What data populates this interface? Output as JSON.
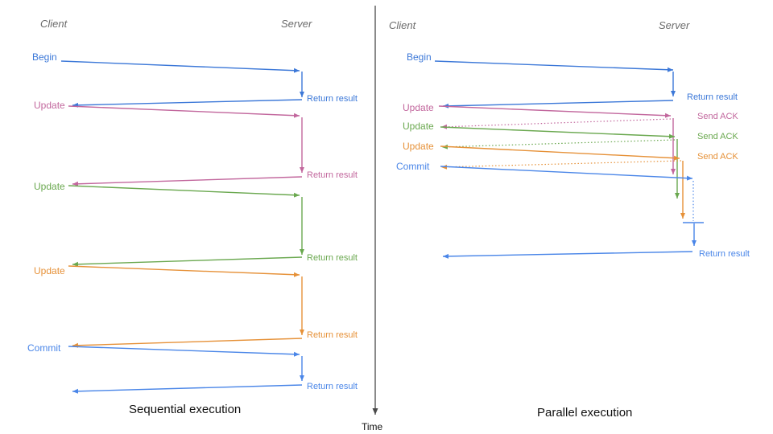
{
  "colors": {
    "blue": "#3c78d8",
    "blue2": "#4a86e8",
    "pink": "#c2679d",
    "green": "#6aa84f",
    "orange": "#e69138",
    "axis": "#4a4a4a",
    "header": "#6b6b6b",
    "title": "#111111"
  },
  "time_axis": {
    "label": "Time"
  },
  "left_panel": {
    "title": "Sequential execution",
    "client_header": "Client",
    "server_header": "Server",
    "messages": [
      {
        "label": "Begin",
        "return_label": "Return result"
      },
      {
        "label": "Update",
        "return_label": "Return result"
      },
      {
        "label": "Update",
        "return_label": "Return result"
      },
      {
        "label": "Update",
        "return_label": "Return result"
      },
      {
        "label": "Commit",
        "return_label": "Return result"
      }
    ]
  },
  "right_panel": {
    "title": "Parallel execution",
    "client_header": "Client",
    "server_header": "Server",
    "messages": [
      {
        "label": "Begin",
        "response_label": "Return result"
      },
      {
        "label": "Update",
        "response_label": "Send ACK"
      },
      {
        "label": "Update",
        "response_label": "Send ACK"
      },
      {
        "label": "Update",
        "response_label": "Send ACK"
      },
      {
        "label": "Commit",
        "response_label": "Return result"
      }
    ]
  }
}
